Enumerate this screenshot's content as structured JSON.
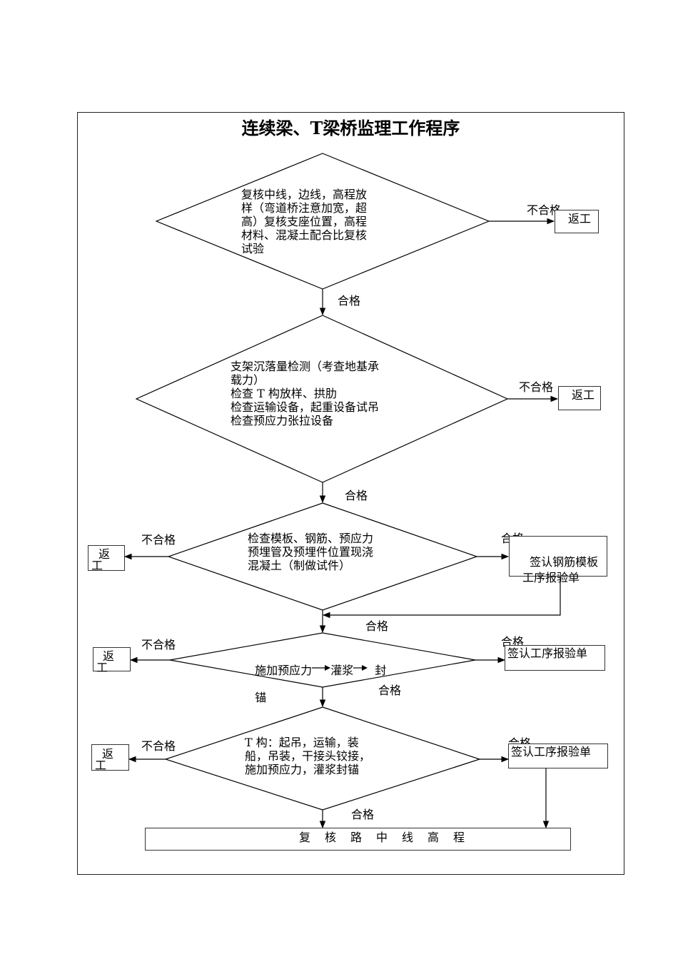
{
  "title": "连续梁、T梁桥监理工作程序",
  "steps": [
    {
      "text": "复核中线，边线，高程放\n样（弯道桥注意加宽，超\n高）复核支座位置，高程\n材料、混凝土配合比复核\n试验",
      "fail_label": "不合格",
      "fail_action": "返工",
      "pass_label": "合格"
    },
    {
      "text": "支架沉落量检测（考查地基承\n载力）\n检查 T 构放样、拱肋\n检查运输设备，起重设备试吊\n检查预应力张拉设备",
      "fail_label": "不合格",
      "fail_action": "返工",
      "pass_label": "合格"
    },
    {
      "text": "检查模板、钢筋、预应力\n预埋管及预埋件位置现浇\n混凝土（制做试件）",
      "fail_label": "不合格",
      "fail_action_line1": "返",
      "fail_action_line2": "工",
      "pass_side_label": "合格",
      "pass_side_action": "签认钢筋模板\n工序报验单",
      "pass_label": "合格"
    },
    {
      "text_part1": "施加预应力",
      "text_part2": "灌浆",
      "text_part3": "封",
      "text_line2": "锚",
      "fail_label": "不合格",
      "fail_action_line1": "返",
      "fail_action_line2": "工",
      "pass_side_label": "合格",
      "pass_side_action": "签认工序报验单",
      "pass_label": "合格"
    },
    {
      "text": "T 构：起吊，运输，装\n船，吊装，干接头铰接，\n施加预应力，灌浆封锚",
      "fail_label": "不合格",
      "fail_action_line1": "返",
      "fail_action_line2": "工",
      "pass_side_label": "合格",
      "pass_side_action": "签认工序报验单",
      "pass_label": "合格"
    }
  ],
  "final_step": "复　核　路　中　线　高　程",
  "colors": {
    "line": "#000000",
    "frame": "#222222",
    "background": "#ffffff"
  }
}
